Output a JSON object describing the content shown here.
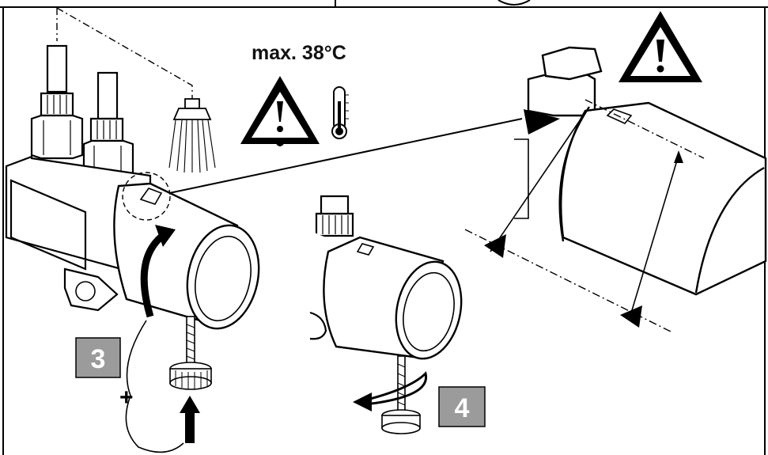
{
  "temperature_label": "max. 38°C",
  "steps": {
    "step_3": "3",
    "step_4": "4"
  },
  "plus_sign": "+",
  "icons": {
    "warning_small": "warning-triangle-icon",
    "warning_large": "warning-triangle-icon",
    "thermometer": "thermometer-icon",
    "shower": "shower-head-icon"
  },
  "colors": {
    "ink": "#000000",
    "badge": "#9b9b9b",
    "paper": "#ffffff"
  }
}
